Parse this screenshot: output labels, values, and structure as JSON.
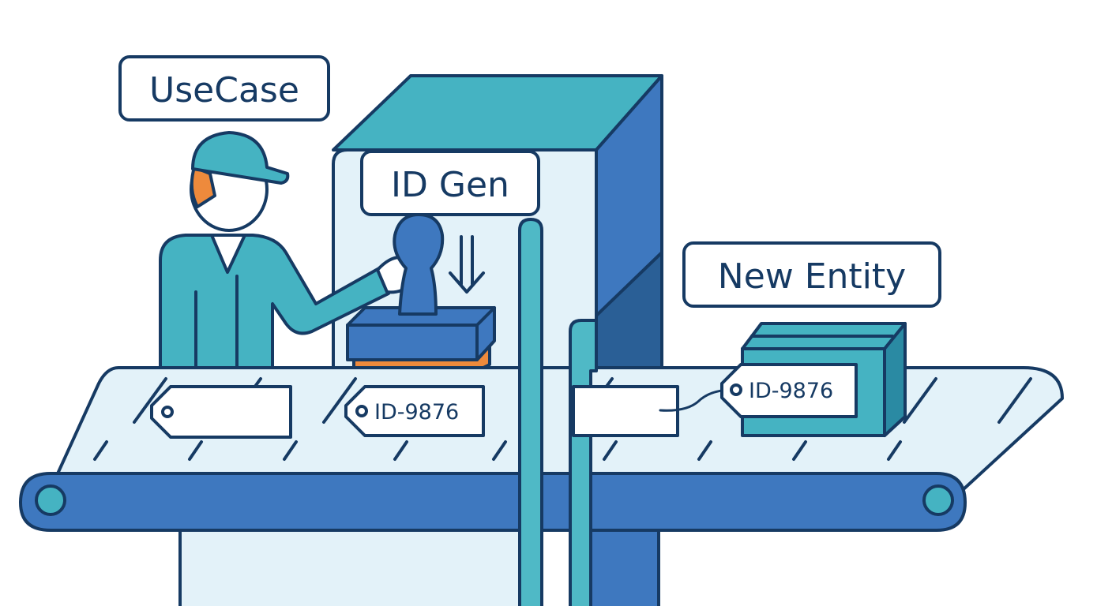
{
  "labels": {
    "use_case": "UseCase",
    "id_gen": "ID Gen",
    "new_entity": "New Entity"
  },
  "tags": {
    "blank_tag_text": "",
    "stamped_tag_text": "ID-9876",
    "entity_tag_text": "ID-9876"
  },
  "icons": {
    "stamp_direction": "down-arrow-icon"
  },
  "colors": {
    "outline": "#163a63",
    "teal": "#45b3c2",
    "teal_light": "#4fb9c6",
    "blue": "#3e78bf",
    "blue_dark": "#2a5f96",
    "belt_light": "#e3f2f9",
    "orange": "#ee8a3c",
    "skin": "#ffffff"
  }
}
